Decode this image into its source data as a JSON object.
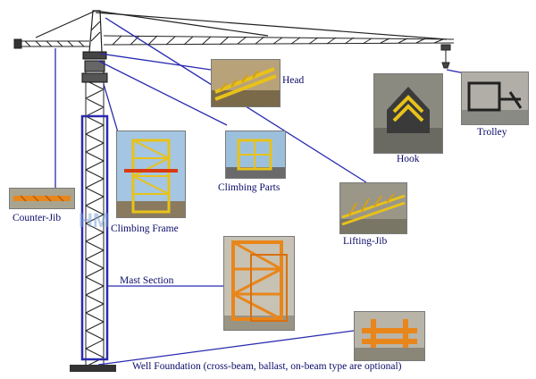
{
  "labels": {
    "head": "Head",
    "climbing_parts": "Climbing Parts",
    "hook": "Hook",
    "trolley": "Trolley",
    "counter_jib": "Counter-Jib",
    "climbing_frame": "Climbing Frame",
    "lifting_jib": "Lifting-Jib",
    "mast_section": "Mast Section",
    "well_foundation": "Well Foundation (cross-beam, ballast, on-beam type are optional)"
  },
  "watermark": "HM",
  "colors": {
    "line": "#2a2ab0",
    "steel_orange": "#e8861a",
    "steel_yellow": "#e8c21a",
    "crane_structure": "#222222"
  }
}
